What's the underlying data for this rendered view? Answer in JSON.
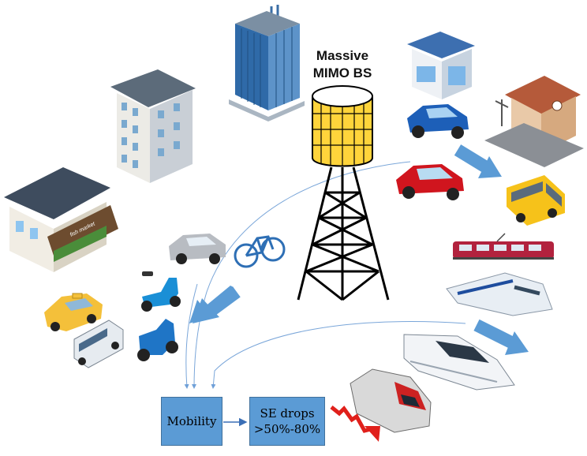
{
  "base_station": {
    "label_line1": "Massive",
    "label_line2": "MIMO BS"
  },
  "boxes": {
    "mobility": "Mobility",
    "se_line1": "SE drops",
    "se_line2": ">50%-80%"
  },
  "store_sign": "fish market",
  "colors": {
    "box_fill": "#5b9bd5",
    "arrow_blue": "#5b9bd5",
    "drop_arrow": "#e0201b",
    "tower_yellow": "#ffd43b"
  }
}
